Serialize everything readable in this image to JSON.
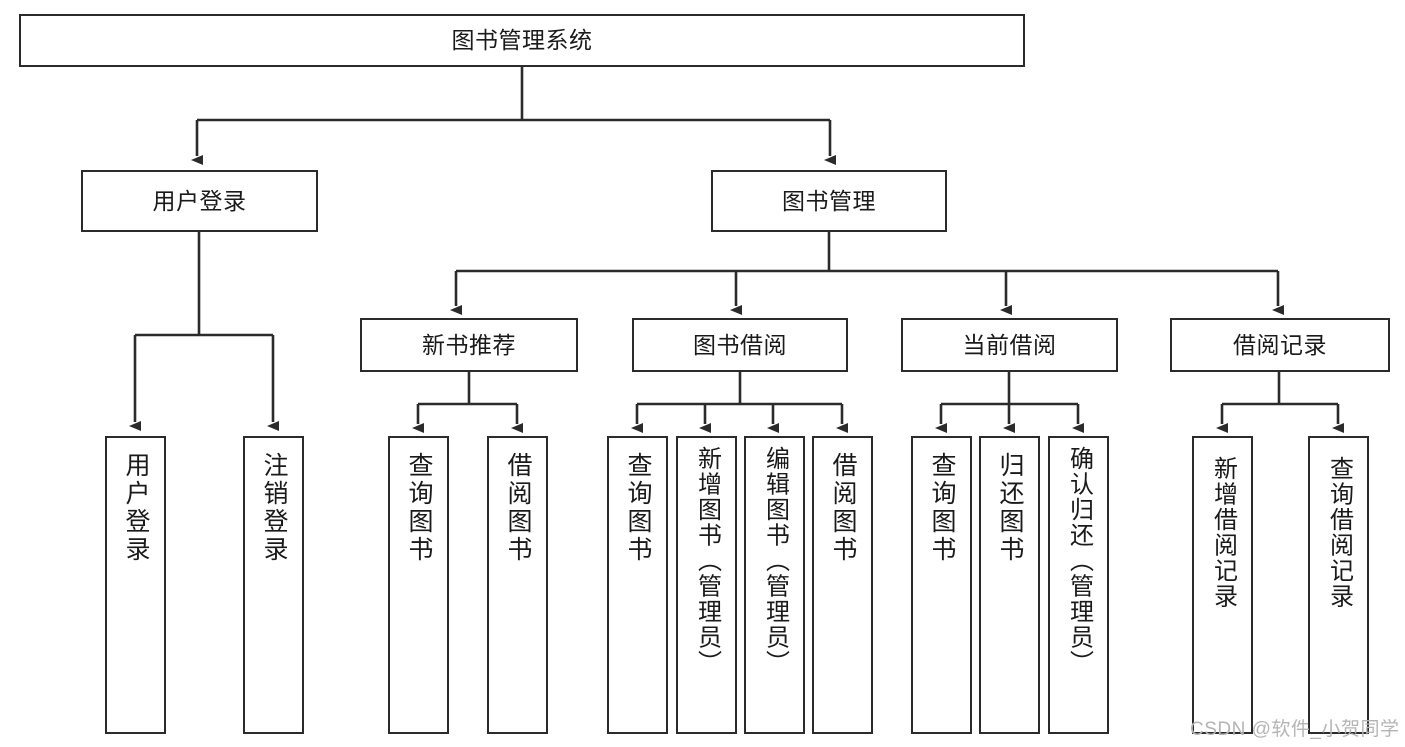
{
  "diagram": {
    "type": "tree-hierarchy-diagram",
    "title": "图书管理系统",
    "watermark": "CSDN @软件_小贺同学",
    "colors": {
      "stroke": "#2b2b2b",
      "fill": "#ffffff",
      "text": "#1a1a1a",
      "watermark": "#b4b4b4"
    },
    "root": {
      "id": "root",
      "label": "图书管理系统",
      "orientation": "horizontal"
    },
    "level2": [
      {
        "id": "user-login",
        "label": "用户登录",
        "orientation": "horizontal"
      },
      {
        "id": "book-management",
        "label": "图书管理",
        "orientation": "horizontal"
      }
    ],
    "level3": [
      {
        "id": "new-book-recommend",
        "label": "新书推荐",
        "orientation": "horizontal",
        "parent": "book-management"
      },
      {
        "id": "book-borrow",
        "label": "图书借阅",
        "orientation": "horizontal",
        "parent": "book-management"
      },
      {
        "id": "current-borrow",
        "label": "当前借阅",
        "orientation": "horizontal",
        "parent": "book-management"
      },
      {
        "id": "borrow-record",
        "label": "借阅记录",
        "orientation": "horizontal",
        "parent": "book-management"
      }
    ],
    "leaves": [
      {
        "id": "leaf-user-login",
        "label": "用户登录",
        "parent": "user-login"
      },
      {
        "id": "leaf-logout-login",
        "label": "注销登录",
        "parent": "user-login"
      },
      {
        "id": "leaf-query-book-1",
        "label": "查询图书",
        "parent": "new-book-recommend"
      },
      {
        "id": "leaf-borrow-book-1",
        "label": "借阅图书",
        "parent": "new-book-recommend"
      },
      {
        "id": "leaf-query-book-2",
        "label": "查询图书",
        "parent": "book-borrow"
      },
      {
        "id": "leaf-add-book",
        "label": "新增图书（管理员）",
        "parent": "book-borrow"
      },
      {
        "id": "leaf-edit-book",
        "label": "编辑图书（管理员）",
        "parent": "book-borrow"
      },
      {
        "id": "leaf-borrow-book-2",
        "label": "借阅图书",
        "parent": "book-borrow"
      },
      {
        "id": "leaf-query-book-3",
        "label": "查询图书",
        "parent": "current-borrow"
      },
      {
        "id": "leaf-return-book",
        "label": "归还图书",
        "parent": "current-borrow"
      },
      {
        "id": "leaf-confirm-return",
        "label": "确认归还（管理员）",
        "parent": "current-borrow"
      },
      {
        "id": "leaf-add-borrow-record",
        "label": "新增借阅记录",
        "parent": "borrow-record"
      },
      {
        "id": "leaf-query-borrow-record",
        "label": "查询借阅记录",
        "parent": "borrow-record"
      }
    ]
  }
}
